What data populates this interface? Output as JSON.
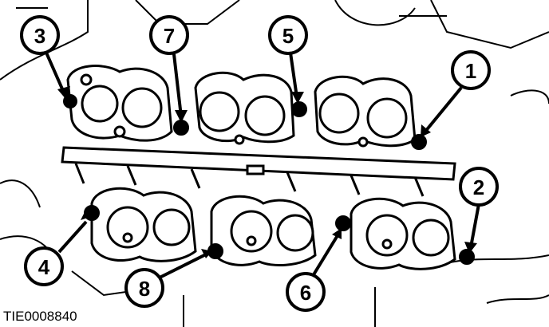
{
  "figure": {
    "code": "TIE0008840",
    "callouts": [
      {
        "id": "3",
        "label": "3"
      },
      {
        "id": "7",
        "label": "7"
      },
      {
        "id": "5",
        "label": "5"
      },
      {
        "id": "1",
        "label": "1"
      },
      {
        "id": "2",
        "label": "2"
      },
      {
        "id": "4",
        "label": "4"
      },
      {
        "id": "8",
        "label": "8"
      },
      {
        "id": "6",
        "label": "6"
      }
    ]
  }
}
